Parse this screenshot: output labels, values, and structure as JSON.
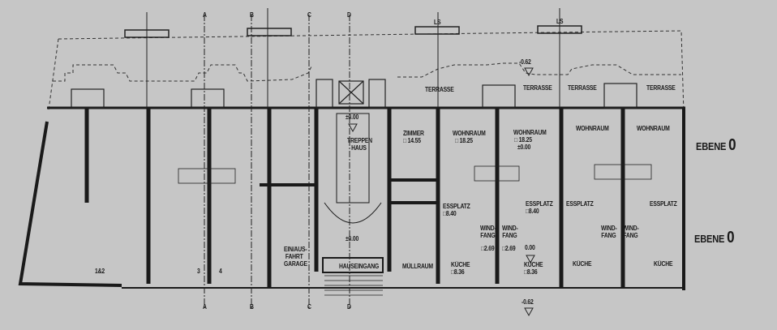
{
  "title": "Floor plan - Ebene 0",
  "levels": [
    "EBENE",
    "0"
  ],
  "section_markers": [
    "A",
    "B",
    "C",
    "D"
  ],
  "ls_label": "LS",
  "elevations": {
    "zero": "±0.00",
    "minus": "-0.62",
    "zero_plain": "0.00"
  },
  "rooms": {
    "terrasse": "TERRASSE",
    "zimmer": "ZIMMER",
    "zimmer_area": "□ 14.55",
    "wohnraum": "WOHNRAUM",
    "wohnraum_area": "□ 18.25",
    "treppenhaus": "TREPPEN HAUS",
    "essplatz": "ESSPLATZ",
    "essplatz_area": "□8.40",
    "windfang": "WIND- FANG",
    "windfang_area": "□2.69",
    "kueche": "KÜCHE",
    "kueche_area": "□8.36",
    "muellraum": "MÜLLRAUM",
    "hauseingang": "HAUSEINGANG",
    "garage": "EIN/AUS- FAHRT GARAGE"
  },
  "entrances": [
    "1&2",
    "3",
    "4"
  ],
  "colors": {
    "paper": "#c6c6c6",
    "ink": "#1a1a1a"
  }
}
